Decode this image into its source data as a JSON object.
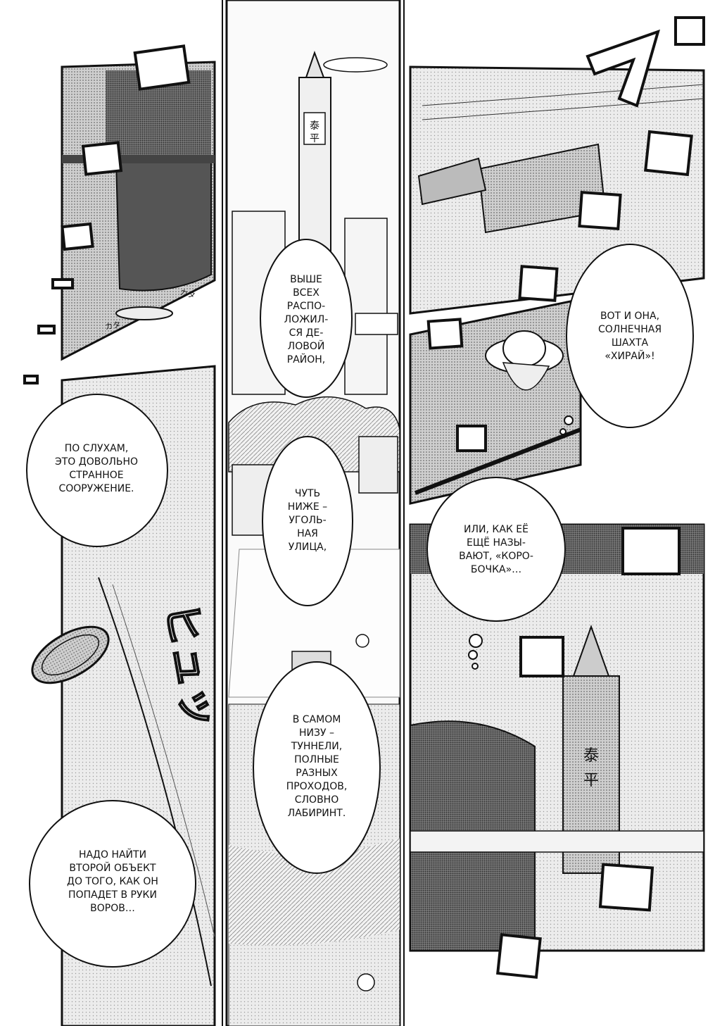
{
  "bubbles": {
    "rumor": "ПО СЛУХАМ,\nЭТО ДОВОЛЬНО\nСТРАННОЕ\nСООРУЖЕНИЕ.",
    "find_object": "НАДО НАЙТИ\nВТОРОЙ ОБЪЕКТ\nДО ТОГО, КАК ОН\nПОПАДЕТ В РУКИ\nВОРОВ…",
    "business_district": "ВЫШЕ\nВСЕХ\nРАСПО-\nЛОЖИЛ-\nСЯ ДЕ-\nЛОВОЙ\nРАЙОН,",
    "coal_street": "ЧУТЬ\nНИЖЕ –\nУГОЛЬ-\nНАЯ\nУЛИЦА,",
    "tunnels": "В САМОМ\nНИЗУ –\nТУННЕЛИ,\nПОЛНЫЕ\nРАЗНЫХ\nПРОХОДОВ,\nСЛОВНО\nЛАБИРИНТ.",
    "here_it_is": "ВОТ И ОНА,\nСОЛНЕЧНАЯ\nШАХТА\n«ХИРАЙ»!",
    "also_called": "ИЛИ, КАК ЕЁ\nЕЩЁ НАЗЫ-\nВАЮТ, «КОРО-\nБОЧКА»…"
  },
  "signs": {
    "tower_top": "泰",
    "tower_bottom": "平",
    "tower2_top": "泰",
    "tower2_bottom": "平"
  },
  "sfx": {
    "kata1": "カタ",
    "kata2": "カタ",
    "hyun": "ヒュッ"
  },
  "colors": {
    "ink": "#111111",
    "screentone": "#9a9a9a",
    "light_tone": "#d9d9d9",
    "paper": "#ffffff"
  }
}
